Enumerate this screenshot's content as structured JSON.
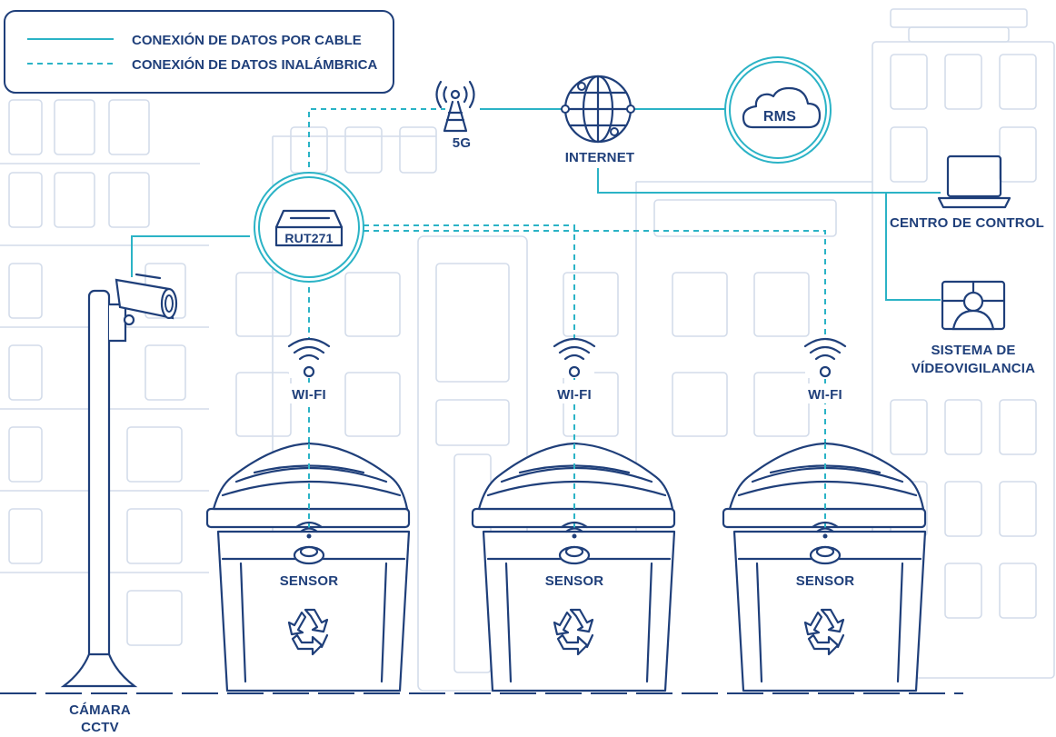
{
  "legend": {
    "wired_label": "CONEXIÓN DE DATOS POR CABLE",
    "wireless_label": "CONEXIÓN DE DATOS INALÁMBRICA"
  },
  "nodes": {
    "tower": "5G",
    "internet": "INTERNET",
    "rms": "RMS",
    "router": "RUT271",
    "control_center": "CENTRO DE CONTROL",
    "video_line1": "SISTEMA DE",
    "video_line2": "VÍDEOVIGILANCIA",
    "camera_line1": "CÁMARA",
    "camera_line2": "CCTV",
    "wifi": [
      "WI-FI",
      "WI-FI",
      "WI-FI"
    ],
    "sensor": [
      "SENSOR",
      "SENSOR",
      "SENSOR"
    ]
  },
  "colors": {
    "navy": "#1f3f7a",
    "teal": "#2bb3c6",
    "background_lines": "#d3dcea"
  },
  "icons": [
    "cell-tower-icon",
    "globe-icon",
    "cloud-icon",
    "router-icon",
    "laptop-icon",
    "surveillance-icon",
    "cctv-camera-icon",
    "wifi-icon",
    "sensor-icon",
    "recycle-icon",
    "trash-bin-icon"
  ]
}
